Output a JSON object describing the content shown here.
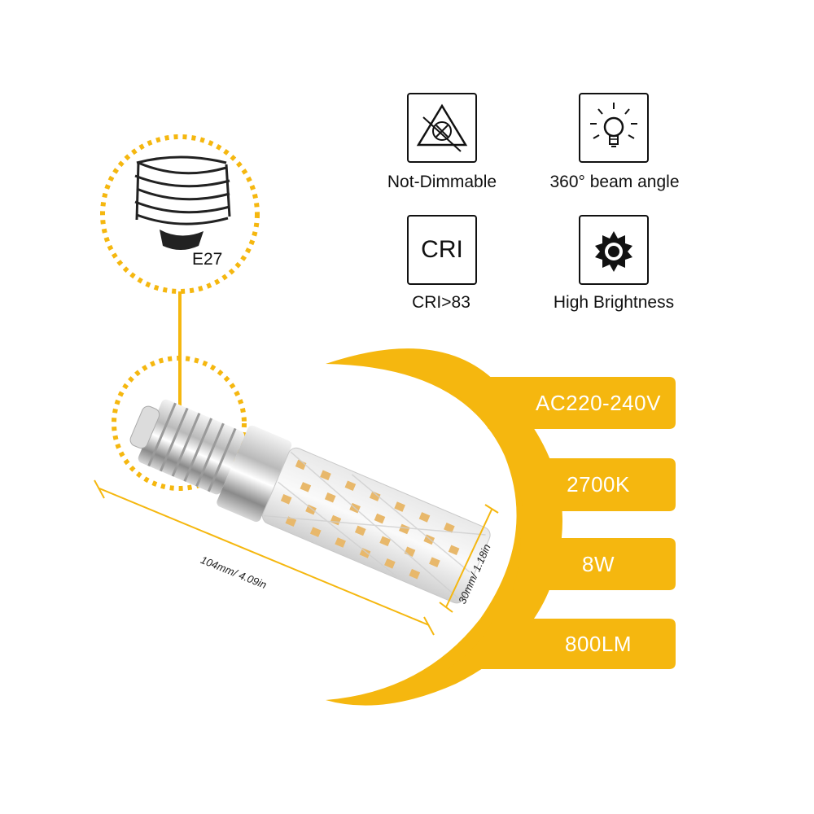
{
  "features": [
    {
      "label": "Not-Dimmable",
      "icon": "not-dimmable-icon"
    },
    {
      "label": "360° beam angle",
      "icon": "bulb-rays-icon"
    },
    {
      "label": "CRI>83",
      "icon": "cri-icon",
      "icon_text": "CRI"
    },
    {
      "label": "High Brightness",
      "icon": "sun-brightness-icon"
    }
  ],
  "specs": [
    "AC220-240V",
    "2700K",
    "8W",
    "800LM"
  ],
  "base_label": "E27",
  "dimensions": {
    "length": "104mm/ 4.09in",
    "diameter": "30mm/ 1.18in"
  },
  "colors": {
    "accent": "#F5B70F",
    "panel": "#F5B70F",
    "text": "#111111"
  }
}
